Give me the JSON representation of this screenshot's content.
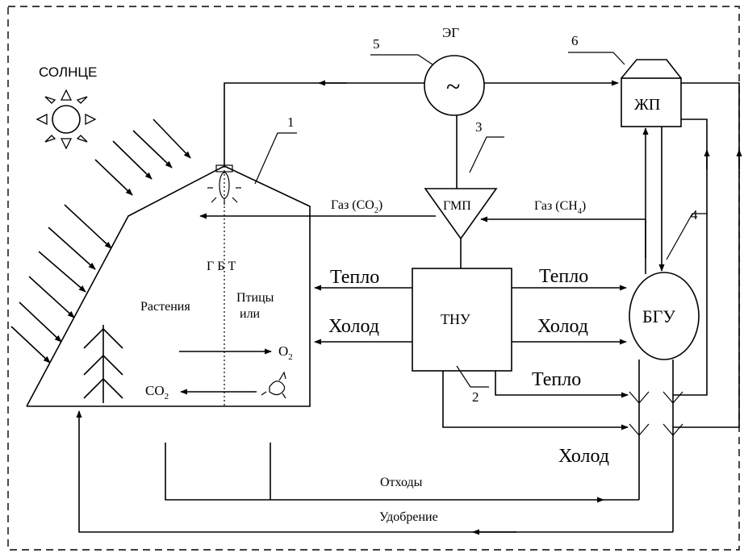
{
  "labels": {
    "sun": "СОЛНЦЕ",
    "eg": "ЭГ",
    "eg_symbol": "~",
    "zhp": "ЖП",
    "gmp": "ГМП",
    "tnu": "ТНУ",
    "bgu": "БГУ",
    "gbt": "Г Б Т",
    "plants": "Растения",
    "birds_line1": "Птицы",
    "birds_line2": "или",
    "o2": "O",
    "o2_sub": "2",
    "co2": "CO",
    "co2_sub": "2",
    "gas_co2_prefix": "Газ (CO",
    "gas_co2_sub": "2",
    "gas_co2_suffix": ")",
    "gas_ch4_prefix": "Газ (CH",
    "gas_ch4_sub": "4",
    "gas_ch4_suffix": ")",
    "heat_left": "Тепло",
    "cold_left": "Холод",
    "heat_right": "Тепло",
    "cold_right": "Холод",
    "heat_bottom": "Тепло",
    "cold_bottom": "Холод",
    "waste": "Отходы",
    "fertilizer": "Удобрение"
  },
  "numbers": {
    "n1": "1",
    "n2": "2",
    "n3": "3",
    "n4": "4",
    "n5": "5",
    "n6": "6"
  }
}
